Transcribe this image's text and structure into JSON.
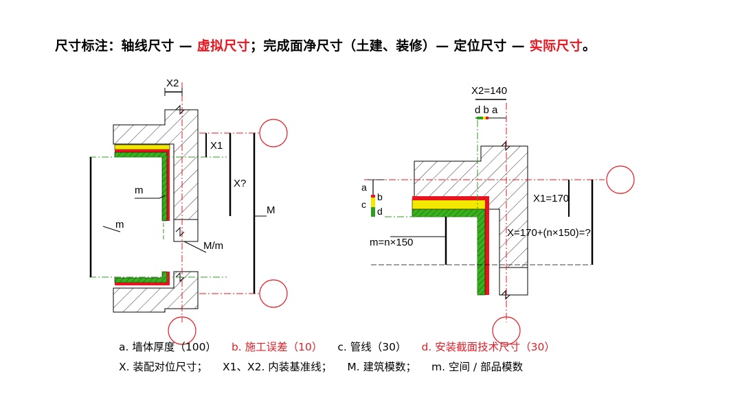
{
  "title": {
    "part1": "尺寸标注：轴线尺寸 — ",
    "part2": "虚拟尺寸",
    "part3": "；完成面净尺寸（土建、装修）— 定位尺寸 — ",
    "part4": "实际尺寸",
    "part5": "。"
  },
  "left_diagram": {
    "x2": "X2",
    "x1": "X1",
    "xq": "X?",
    "m_inner": "m",
    "m_left": "m",
    "M": "M",
    "Mm": "M/m"
  },
  "right_diagram": {
    "x2": "X2=140",
    "dba": "d b a",
    "a": "a",
    "b": "b",
    "c": "c",
    "d": "d",
    "x1": "X1=170",
    "formula": "X=170+(n×150)=?",
    "mformula": "m=n×150"
  },
  "legend": {
    "a": "a. 墙体厚度（100）",
    "b": "b. 施工误差（10）",
    "c": "c. 管线（30）",
    "d": "d. 安装截面技术尺寸（30）",
    "x": "X. 装配对位尺寸；",
    "x1x2": "X1、X2. 内装基准线；",
    "M": "M. 建筑模数；",
    "m": "m. 空间 / 部品模数"
  },
  "colors": {
    "red": "#e8141e",
    "green": "#2e9e1e",
    "yellow": "#f5e800",
    "hatch": "#000000"
  }
}
